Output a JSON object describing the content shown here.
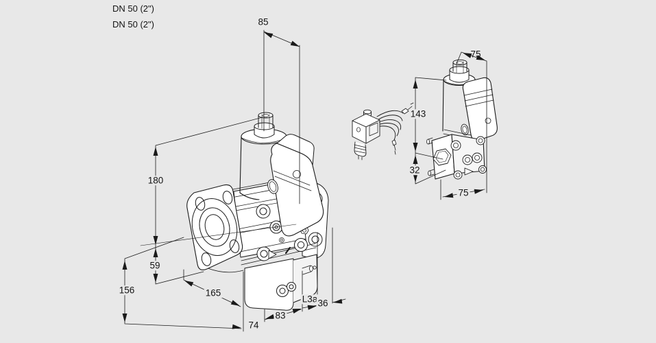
{
  "page": {
    "background_color": "#e8e8e8",
    "line_color": "#1a1a1a"
  },
  "connection_labels": {
    "line1": "DN 50 (2\")",
    "line2": "DN 50 (2\")"
  },
  "main_view": {
    "dims": {
      "d85": "85",
      "d180": "180",
      "d59": "59",
      "d156": "156",
      "d165": "165",
      "d74": "74",
      "d83": "83",
      "dL3a": "L3a",
      "d36": "36"
    }
  },
  "side_view": {
    "dims": {
      "top75": "75",
      "d143": "143",
      "d32": "32",
      "bottom75": "75"
    }
  }
}
